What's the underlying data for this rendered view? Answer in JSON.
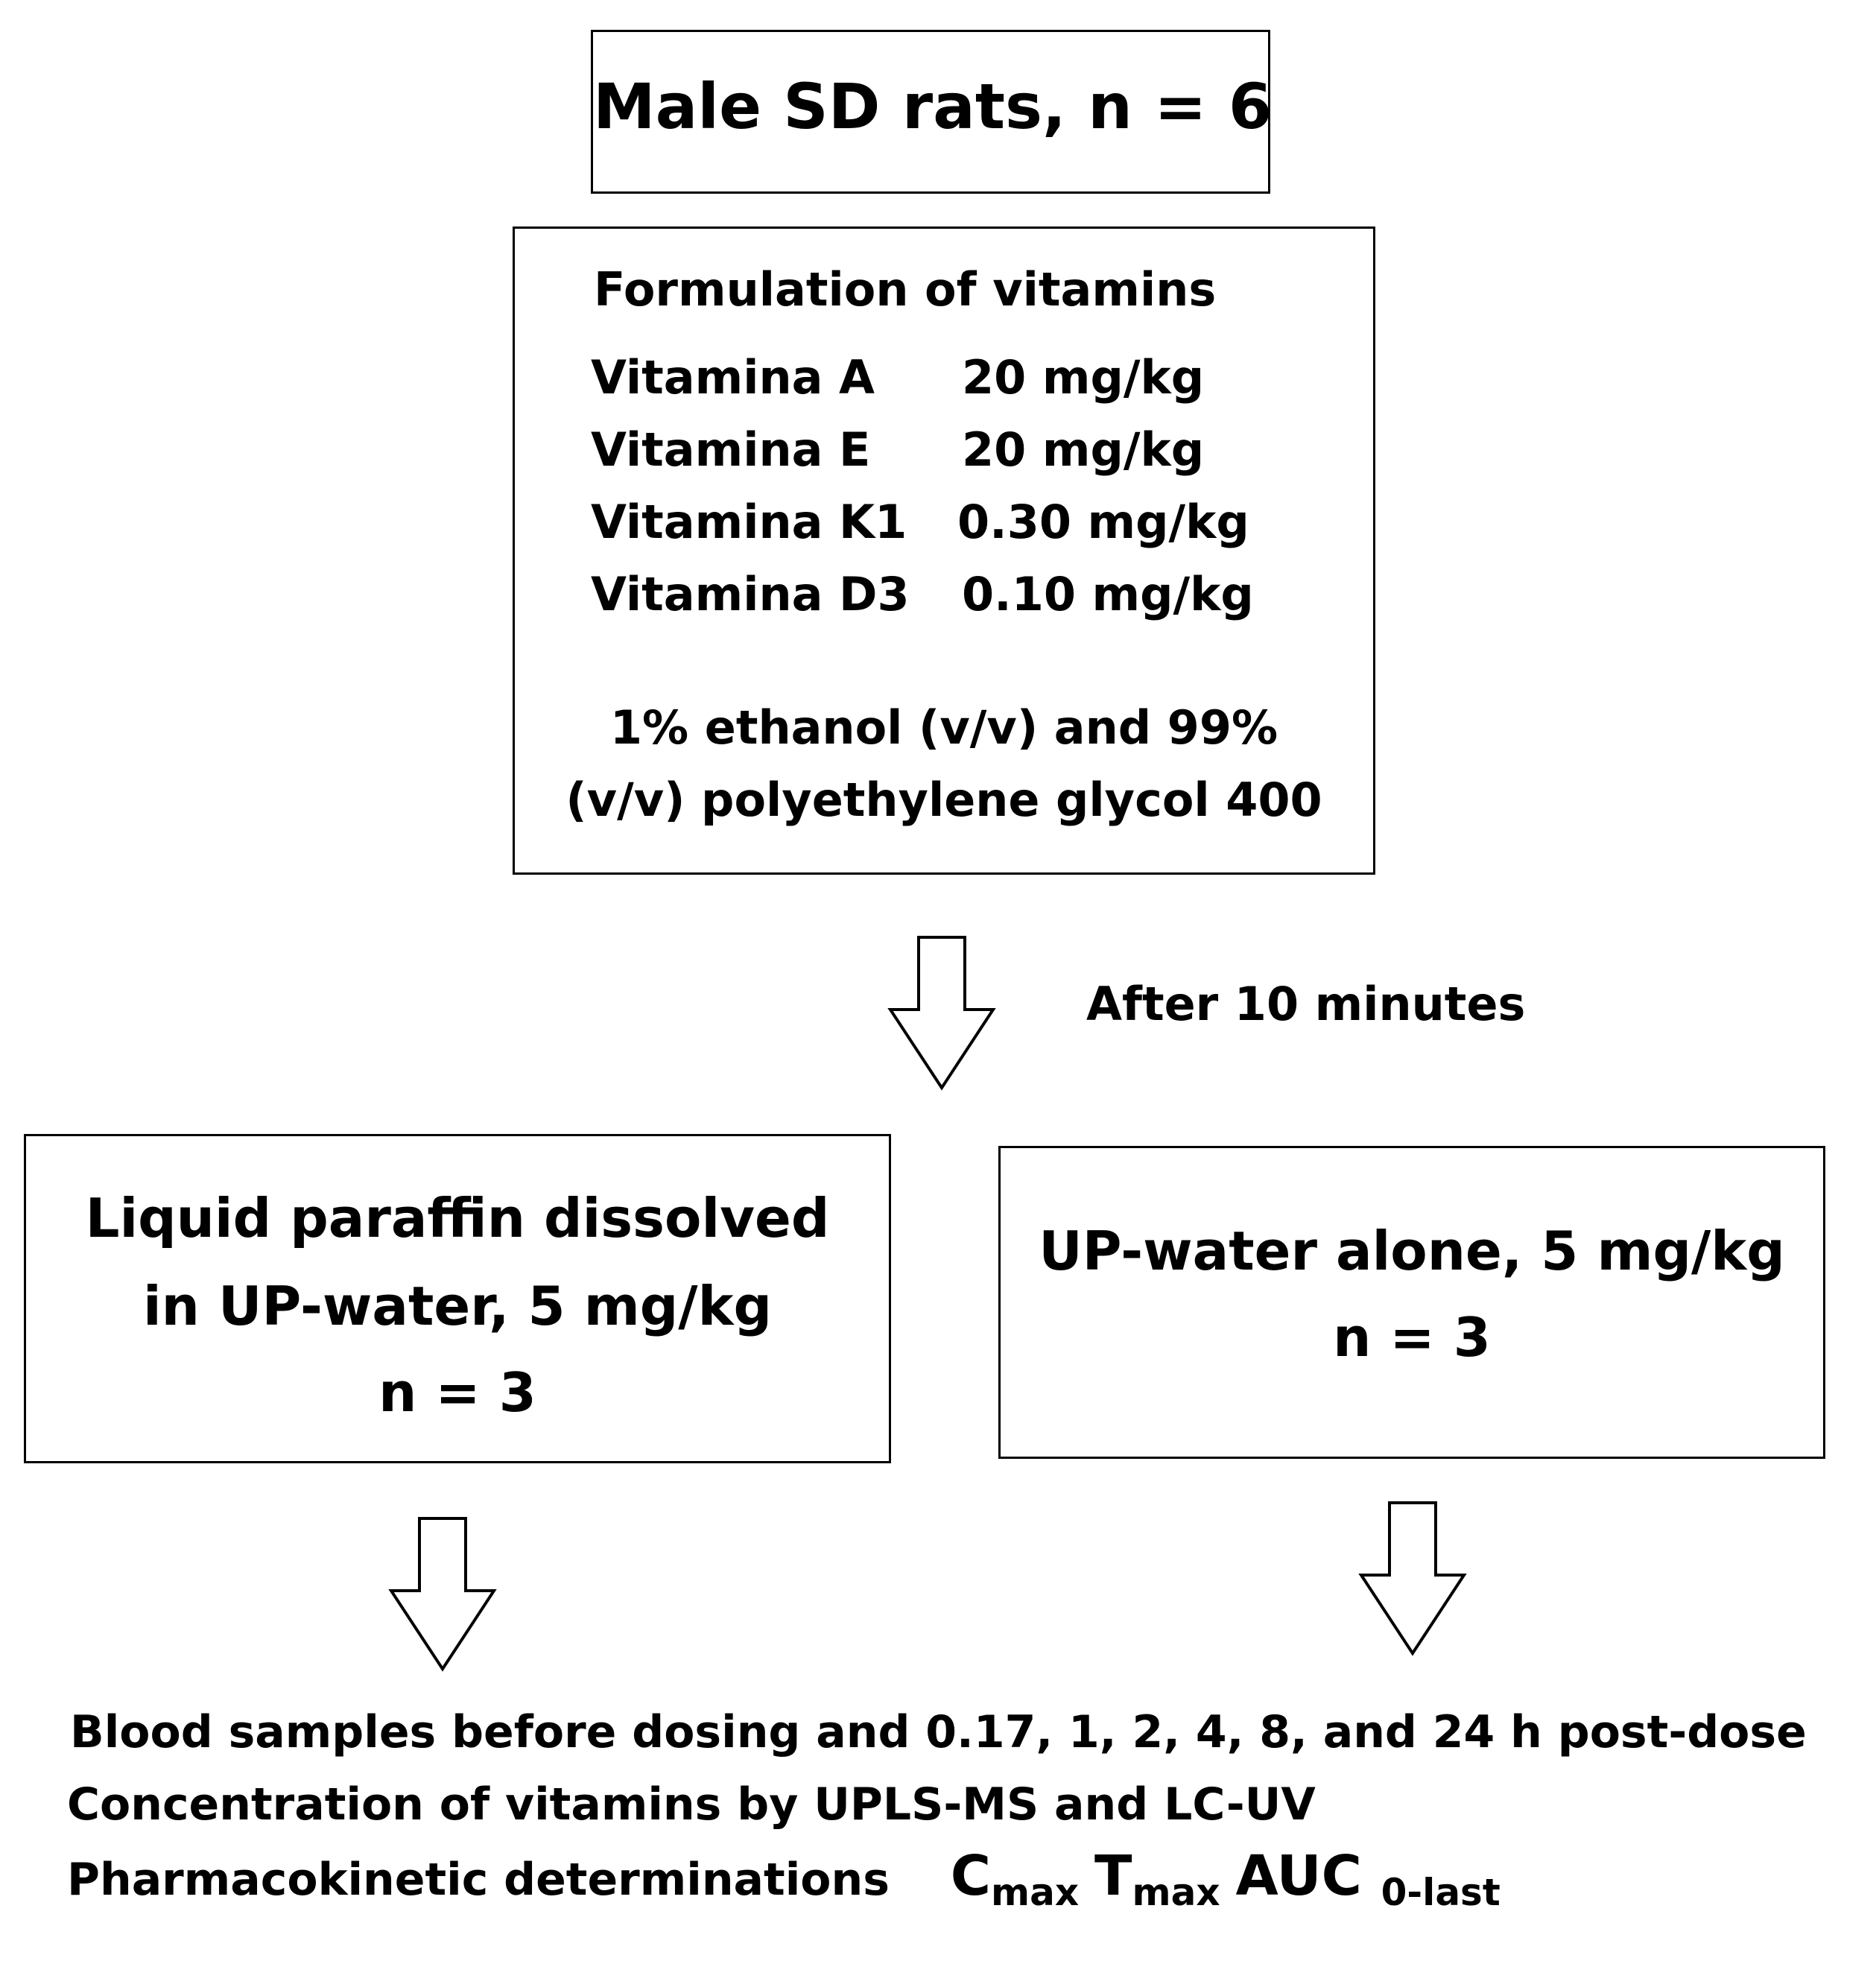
{
  "population_box": {
    "text": "Male SD rats, n = 6"
  },
  "formulation_box": {
    "title": "Formulation of vitamins",
    "vitamins": [
      {
        "name": "Vitamina A",
        "dose": "20 mg/kg"
      },
      {
        "name": "Vitamina E",
        "dose": "20 mg/kg"
      },
      {
        "name": "Vitamina K1",
        "dose": "0.30 mg/kg"
      },
      {
        "name": "Vitamina D3",
        "dose": "0.10 mg/kg"
      }
    ],
    "vehicle_line1": "1% ethanol (v/v) and 99%",
    "vehicle_line2": "(v/v) polyethylene glycol 400"
  },
  "timing_label": "After 10 minutes",
  "group_left": {
    "line1": "Liquid paraffin dissolved",
    "line2": "in UP-water, 5 mg/kg",
    "line3": "n = 3"
  },
  "group_right": {
    "line1": "UP-water alone, 5 mg/kg",
    "line2": "n = 3"
  },
  "outcomes": {
    "line1": "Blood samples before dosing and 0.17, 1, 2, 4, 8, and 24 h post-dose",
    "line2": "Concentration of vitamins by UPLS-MS and LC-UV",
    "line3_prefix": "Pharmacokinetic determinations",
    "cmax_main": "C",
    "cmax_sub": "max",
    "tmax_main": "T",
    "tmax_sub": "max",
    "auc_main": "AUC",
    "auc_sub": "0-last"
  }
}
